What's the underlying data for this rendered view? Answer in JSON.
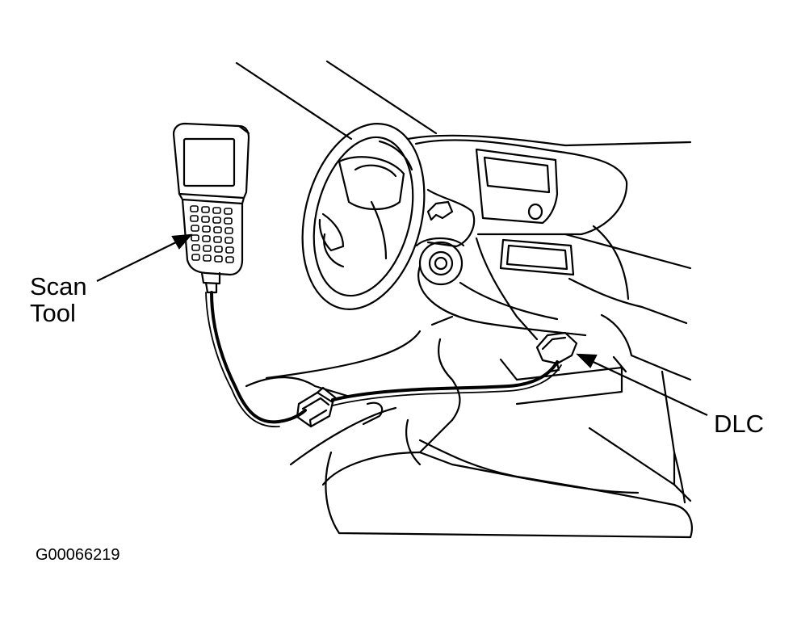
{
  "labels": {
    "scan_tool_line1": "Scan",
    "scan_tool_line2": "Tool",
    "dlc": "DLC"
  },
  "figure_id": "G00066219",
  "colors": {
    "ink": "#000000",
    "paper": "#ffffff"
  }
}
